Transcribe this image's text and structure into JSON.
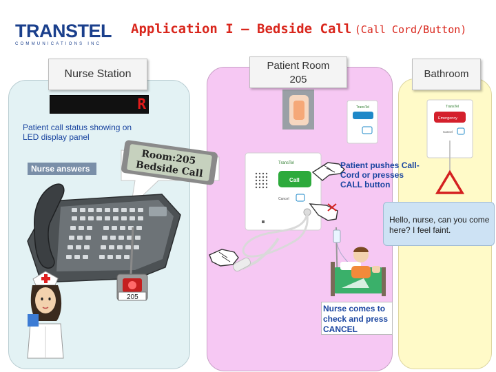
{
  "logo": {
    "word_a": "TRANS",
    "word_b": "TEL",
    "subline": "COMMUNICATIONS INC"
  },
  "title": {
    "main": "Application I – Bedside Call",
    "paren": "(Call Cord/Button)"
  },
  "labels": {
    "nurse_station": "Nurse Station",
    "patient_room_line1": "Patient Room",
    "patient_room_line2": "205",
    "bathroom": "Bathroom"
  },
  "led_display": {
    "char": "R"
  },
  "phone_screen": {
    "line1": "Room:205",
    "line2": "Bedside Call"
  },
  "annunciator": {
    "room": "205"
  },
  "notes": {
    "led_status": "Patient call status showing on LED display panel",
    "nurse_answers": "Nurse answers",
    "patient_pushes": "Patient pushes Call-Cord or presses CALL button",
    "speech": "Hello, nurse, can you come here?  I feel faint.",
    "nurse_cancel": "Nurse comes to check and press CANCEL"
  },
  "device_text": {
    "small_panel_brand": "TransTel",
    "call_button": "Call",
    "cancel_button": "Cancel",
    "emergency_button": "Emergency",
    "cancel_short": "Cancel",
    "cord_brand": "TransTel"
  },
  "colors": {
    "title_red": "#d9261c",
    "logo_blue": "#1a3f8c",
    "note_blue": "#1a45a0",
    "nurse_panel": "#e3f2f4",
    "room_panel": "#f6c8f3",
    "bath_panel": "#fffac8",
    "call_green": "#2daa3c",
    "emergency_red": "#d4202c",
    "led_red": "#e31b1b"
  }
}
